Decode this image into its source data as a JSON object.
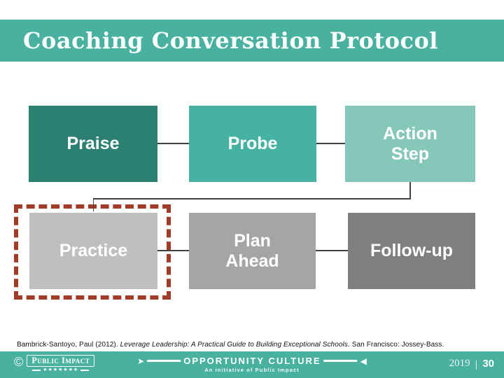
{
  "title": "Coaching Conversation Protocol",
  "colors": {
    "teal_bar": "#48b1a0",
    "connector": "#404040",
    "highlight_border": "#a23b28"
  },
  "diagram": {
    "boxes": [
      {
        "id": "praise",
        "label": "Praise",
        "color": "#2b8071"
      },
      {
        "id": "probe",
        "label": "Probe",
        "color": "#46b2a1"
      },
      {
        "id": "action-step",
        "label": "Action\nStep",
        "color": "#85c8ba"
      },
      {
        "id": "practice",
        "label": "Practice",
        "color": "#bfbfbf"
      },
      {
        "id": "plan-ahead",
        "label": "Plan\nAhead",
        "color": "#a5a5a5"
      },
      {
        "id": "follow-up",
        "label": "Follow-up",
        "color": "#7f7f7f"
      }
    ],
    "flow_order": [
      "Praise",
      "Probe",
      "Action Step",
      "Practice",
      "Plan Ahead",
      "Follow-up"
    ],
    "highlighted_box": "Practice"
  },
  "citation": {
    "authors": "Bambrick-Santoyo, Paul (2012). ",
    "book_title": "Leverage Leadership: A Practical Guide to Building Exceptional Schools",
    "publisher": ". San Francisco: Jossey-Bass."
  },
  "footer": {
    "copyright_symbol": "©",
    "logo_name": "Public Impact",
    "logo_stars": "★★★★★★★",
    "brand": "OPPORTUNITY CULTURE",
    "brand_sub": "An initiative of Public Impact",
    "arrowhead": "➤",
    "arrow_tail": "◀",
    "year": "2019",
    "separator": "|",
    "page_number": "30"
  }
}
